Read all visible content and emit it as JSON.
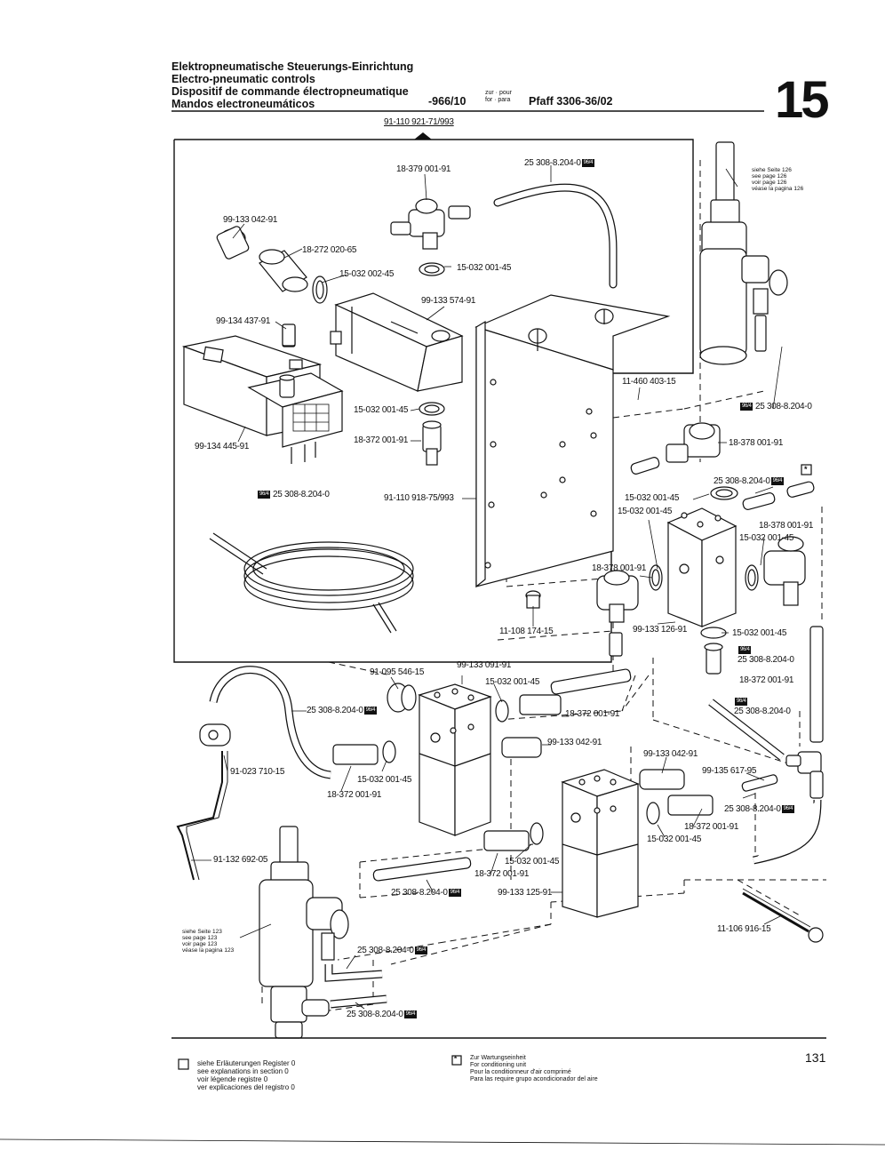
{
  "header": {
    "title_de": "Elektropneumatische Steuerungs-Einrichtung",
    "title_en": "Electro-pneumatic controls",
    "title_fr": "Dispositif de commande électropneumatique",
    "title_es": "Mandos electroneumáticos",
    "code": "-966/10",
    "for_de": "zur · pour",
    "for_en": "for · para",
    "model": "Pfaff 3306-36/02",
    "section": "15"
  },
  "top_ref": "91-110 921-71/993",
  "see_page_126": [
    "siehe Seite 126",
    "see page 126",
    "voir page 126",
    "véase la pagina 126"
  ],
  "see_page_123": [
    "siehe Seite 123",
    "see page 123",
    "voir page 123",
    "véase la pagina 123"
  ],
  "badge": "96/4",
  "parts": {
    "p1": "18-379 001-91",
    "p2": "25 308-8.204-0",
    "p3": "99-133 042-91",
    "p4": "18-272 020-65",
    "p5": "15-032 002-45",
    "p6": "15-032 001-45",
    "p7": "99-133 574-91",
    "p8": "99-134 437-91",
    "p9": "11-460 403-15",
    "p10": "15-032 001-45",
    "p11": "18-372 001-91",
    "p12": "99-134 445-91",
    "p13": "25 308-8.204-0",
    "p14": "91-110 918-75/993",
    "p15": "25 308-8.204-0",
    "p16": "18-378 001-91",
    "p17": "25 308-8.204-0",
    "p18": "15-032 001-45",
    "p19": "15-032 001-45",
    "p20": "18-378 001-91",
    "p21": "15-032 001-45",
    "p22": "18-378 001-91",
    "p23": "99-133 126-91",
    "p24": "15-032 001-45",
    "p25": "11-108 174-15",
    "p26": "91-095 546-15",
    "p27": "99-133 091-91",
    "p28": "15-032 001-45",
    "p29": "25 308-8.204-0",
    "p30": "18-372 001-91",
    "p31": "25 308-8.204-0",
    "p32": "18-372 001-91",
    "p33": "99-133 042-91",
    "p34": "91-023 710-15",
    "p35": "15-032 001-45",
    "p36": "18-372 001-91",
    "p37": "99-133 042-91",
    "p38": "99-135 617-95",
    "p39": "25 308-8.204-0",
    "p40": "18-372 001-91",
    "p41": "15-032 001-45",
    "p42": "25 308-8.204-0",
    "p43": "91-132 692-05",
    "p44": "15-032 001-45",
    "p45": "18-372 001-91",
    "p46": "25 308-8.204-0",
    "p47": "99-133 125-91",
    "p48": "11-106 916-15",
    "p49": "25 308-8.204-0",
    "p50": "25 308-8.204-0"
  },
  "page_number": "131",
  "legend_left": [
    "siehe Erläuterungen Register 0",
    "see explanations in section 0",
    "voir légende registre 0",
    "ver explicaciones del registro 0"
  ],
  "legend_right": [
    "Zur Wartungseinheit",
    "For conditioning unit",
    "Pour la conditionneur d'air comprimé",
    "Para las require grupo acondicionador del aire"
  ],
  "star": "*"
}
